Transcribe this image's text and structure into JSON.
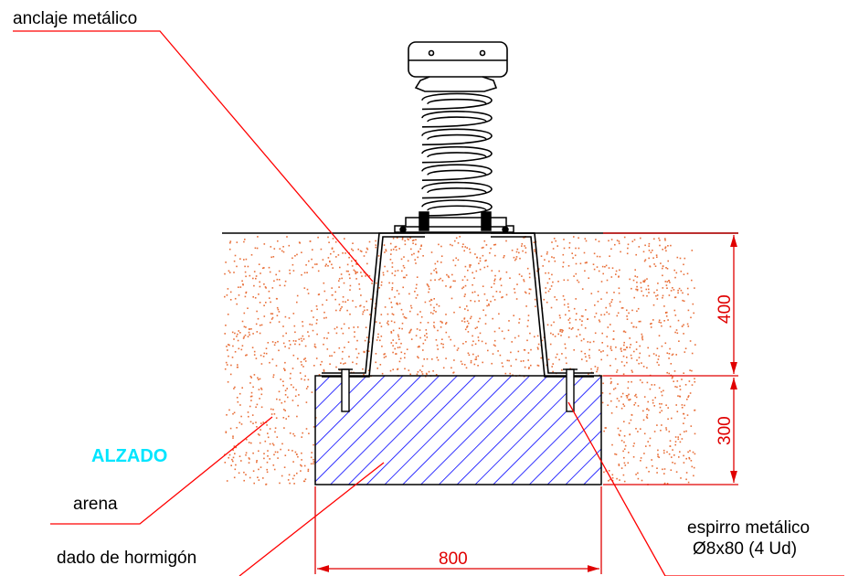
{
  "labels": {
    "anchor": "anclaje metálico",
    "sand": "arena",
    "concrete": "dado de hormigón",
    "bolt_line1": "espirro metálico",
    "bolt_line2": "Ø8x80 (4 Ud)",
    "view": "ALZADO"
  },
  "dimensions": {
    "top_depth": "400",
    "bottom_depth": "300",
    "width": "800"
  },
  "colors": {
    "leader": "#ff0000",
    "dimension": "#e00000",
    "hatch": "#0000ff",
    "sand_dots": "#e8703a",
    "title": "#00e5ff",
    "outline": "#000000"
  }
}
